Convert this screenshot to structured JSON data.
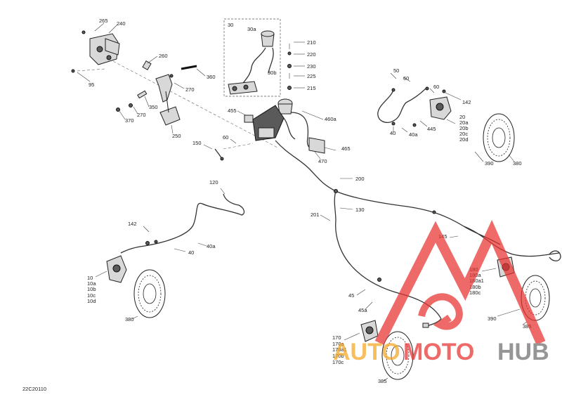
{
  "diagram": {
    "doc_code": "22C20110",
    "callouts": {
      "c265": "265",
      "c240": "240",
      "c95": "95",
      "c260": "260",
      "c360": "360",
      "c270a": "270",
      "c350": "350",
      "c270b": "270",
      "c370": "370",
      "c250": "250",
      "c30": "30",
      "c30a": "30a",
      "c30b": "30b",
      "c210": "210",
      "c220": "220",
      "c230": "230",
      "c225": "225",
      "c215": "215",
      "c455": "455",
      "c460a": "460a",
      "c465": "465",
      "c470": "470",
      "c150": "150",
      "c60a": "60",
      "c50": "50",
      "c60b": "60",
      "c60c": "60",
      "c142a": "142",
      "c20": "20",
      "c20a": "20a",
      "c20b": "20b",
      "c20c": "20c",
      "c20d": "20d",
      "c40a": "40",
      "c40aa": "40a",
      "c445": "445",
      "c390a": "390",
      "c380a": "380",
      "c200": "200",
      "c130": "130",
      "c201": "201",
      "c120": "120",
      "c142b": "142",
      "c40ab": "40a",
      "c40b": "40",
      "c10": "10",
      "c10a": "10a",
      "c10b": "10b",
      "c10c": "10c",
      "c10d": "10d",
      "c380b": "380",
      "c145": "145",
      "c180": "180",
      "c180a": "180a",
      "c180a1": "180a1",
      "c180b": "180b",
      "c180c": "180c",
      "c390b": "390",
      "c385a": "385",
      "c45": "45",
      "c45a": "45a",
      "c170": "170",
      "c170a": "170a",
      "c170a1": "170a1",
      "c170b": "170b",
      "c170c": "170c",
      "c385b": "385"
    }
  },
  "watermark": {
    "word1": "AUTO",
    "word2": "MOTO",
    "word3": "HUB",
    "color_red": "#e8322f",
    "color_orange": "#f5a623",
    "color_gray": "#6e6e6e"
  }
}
